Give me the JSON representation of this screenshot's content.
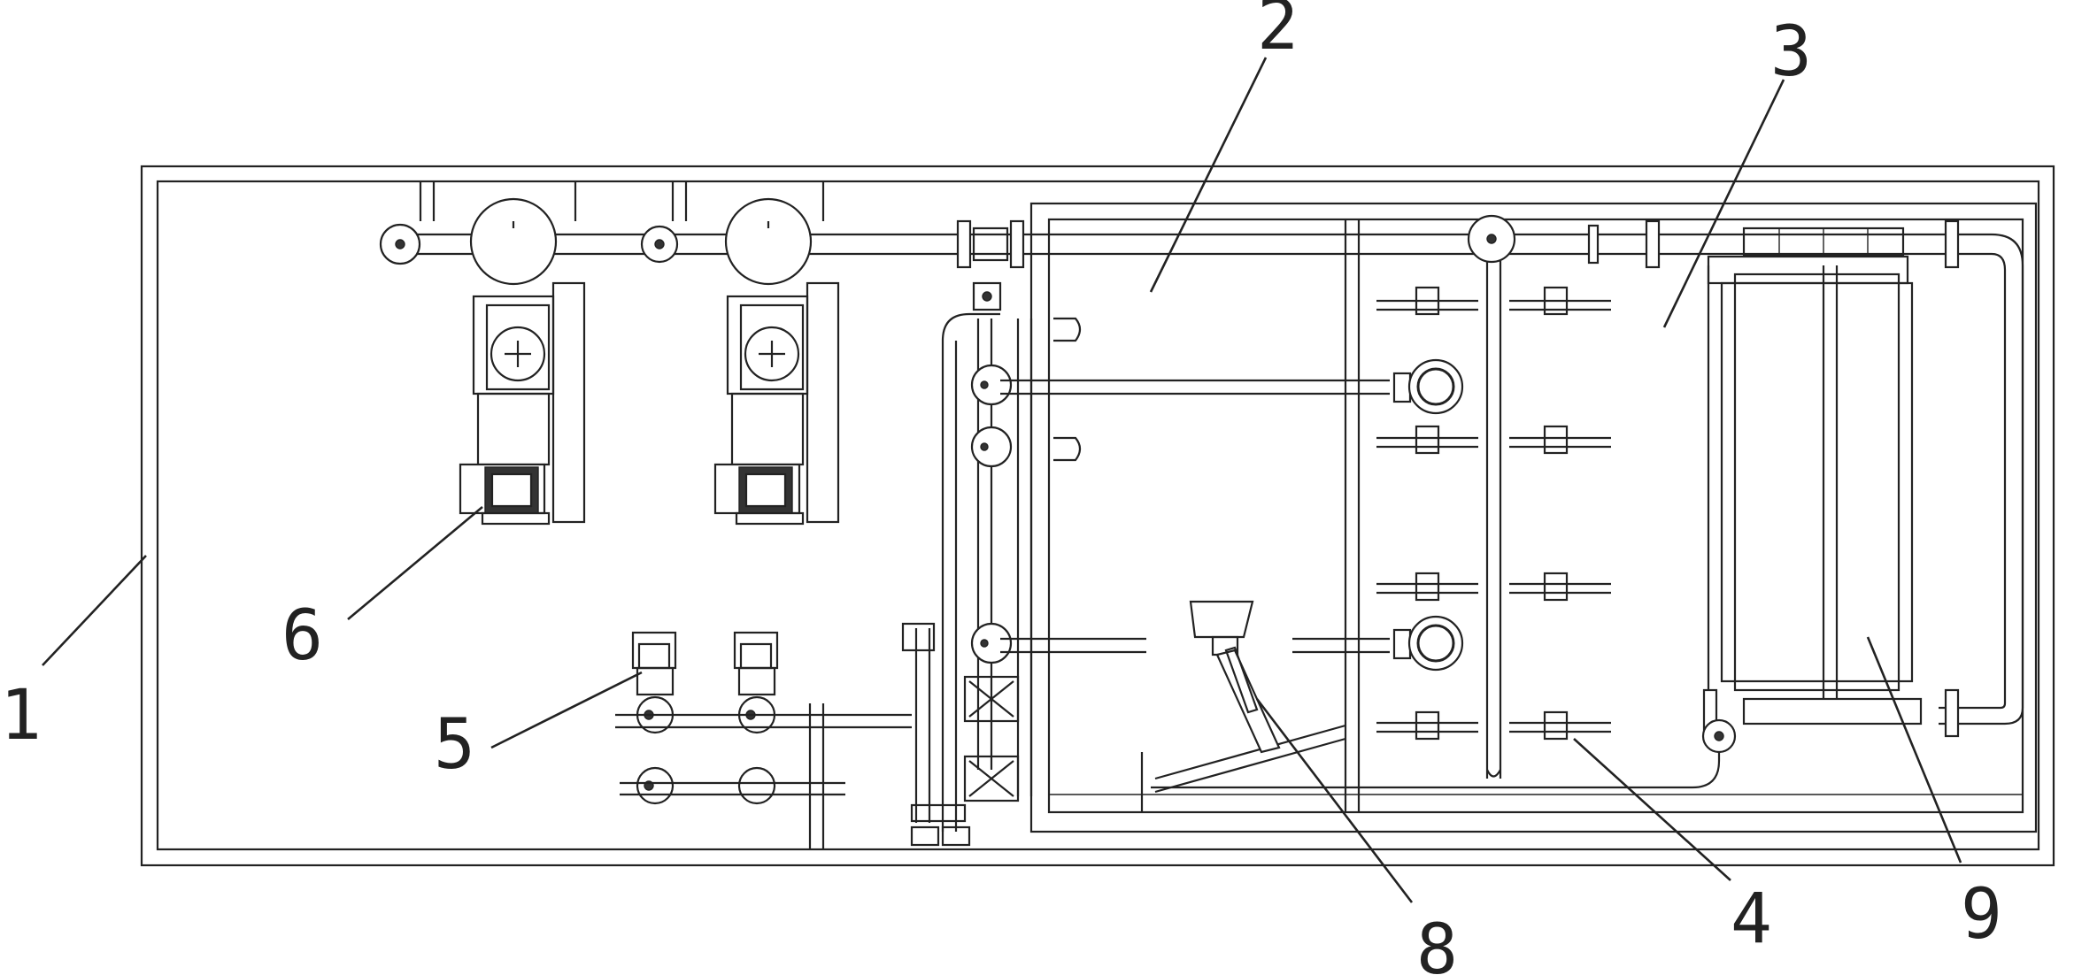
{
  "callouts": [
    {
      "id": "c1",
      "text": "1"
    },
    {
      "id": "c2",
      "text": "2"
    },
    {
      "id": "c3",
      "text": "3"
    },
    {
      "id": "c4",
      "text": "4"
    },
    {
      "id": "c5",
      "text": "5"
    },
    {
      "id": "c6",
      "text": "6"
    },
    {
      "id": "c8",
      "text": "8"
    },
    {
      "id": "c9",
      "text": "9"
    }
  ]
}
